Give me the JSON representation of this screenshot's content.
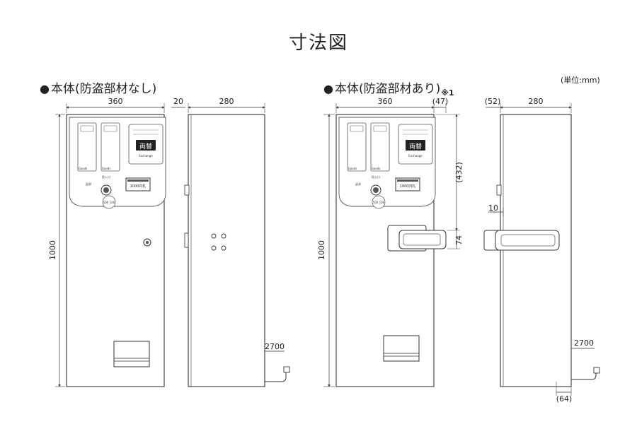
{
  "title": "寸法図",
  "unit_note": "(単位:mm)",
  "views": {
    "left": {
      "heading": "本体(防盗部材なし)",
      "dims": {
        "width": "360",
        "side_gap": "20",
        "depth": "280",
        "height": "1000",
        "cable": "2700"
      }
    },
    "right": {
      "heading": "本体(防盗部材あり)",
      "heading_note": "※1",
      "dims": {
        "width": "360",
        "lock_overhang": "(47)",
        "rear_gap": "(52)",
        "depth": "280",
        "height": "1000",
        "lock_height_from_top": "(432)",
        "lock_bar_height": "74",
        "lock_offset": "10",
        "cable": "2700",
        "bottom_offset": "(64)"
      }
    }
  },
  "panel_labels": {
    "goods": "Goods",
    "charge_label": "Exchange",
    "charge_button": "両替",
    "coin_return": "返却",
    "bill_slot": "1000円札",
    "coin_slot": "投入口",
    "coin_value": "500 100"
  },
  "icons": [
    "bullet-icon"
  ]
}
